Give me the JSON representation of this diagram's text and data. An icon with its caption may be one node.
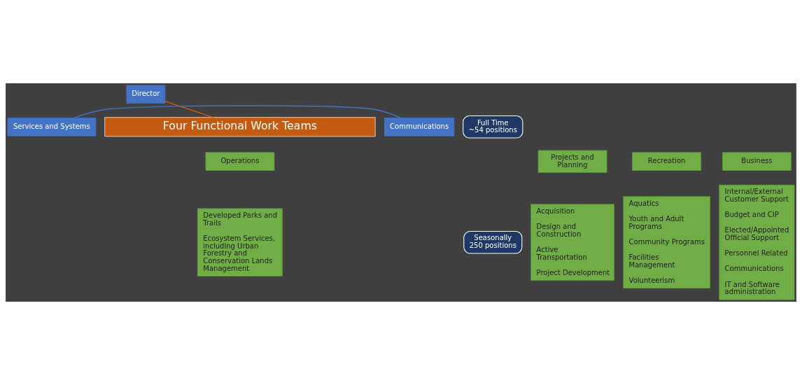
{
  "diagram": {
    "nodes": [
      {
        "text": [
          "Director"
        ]
      },
      {
        "text": [
          "Services and Systems"
        ]
      },
      {
        "text": [
          "Communications"
        ]
      },
      {
        "text": [
          "Full Time",
          "~54 positions"
        ]
      },
      {
        "text": [
          "Four Functional Work Teams"
        ]
      },
      {
        "text": [
          "Projects and Planning"
        ]
      },
      {
        "text": [
          "Operations"
        ]
      },
      {
        "text": [
          "Recreation"
        ]
      },
      {
        "text": [
          "Business"
        ]
      },
      {
        "text": [
          "Seasonally",
          "250 positions"
        ]
      },
      {
        "text": [
          "Acquisition",
          "Design and Construction",
          "Active Transportation",
          "Project Development"
        ]
      },
      {
        "text": [
          "Developed Parks and Trails",
          "Ecosystem Services, including Urban Forestry and Conservation Lands Management"
        ]
      },
      {
        "text": [
          "Aquatics",
          "Youth and Adult Programs",
          "Community Programs",
          "Facilities Management",
          "Volunteerism"
        ]
      },
      {
        "text": [
          "Internal/External Customer Support",
          "Budget and CIP",
          "Elected/Appointed Official Support",
          "Personnel Related",
          "Communications",
          "IT and Software administration"
        ]
      }
    ],
    "edges": [
      {
        "from": 0,
        "to": 4,
        "arrow": "none",
        "color": "#c55a11"
      },
      {
        "from": 1,
        "to": 2,
        "arrow": "none",
        "color": "#4472c4"
      }
    ]
  }
}
